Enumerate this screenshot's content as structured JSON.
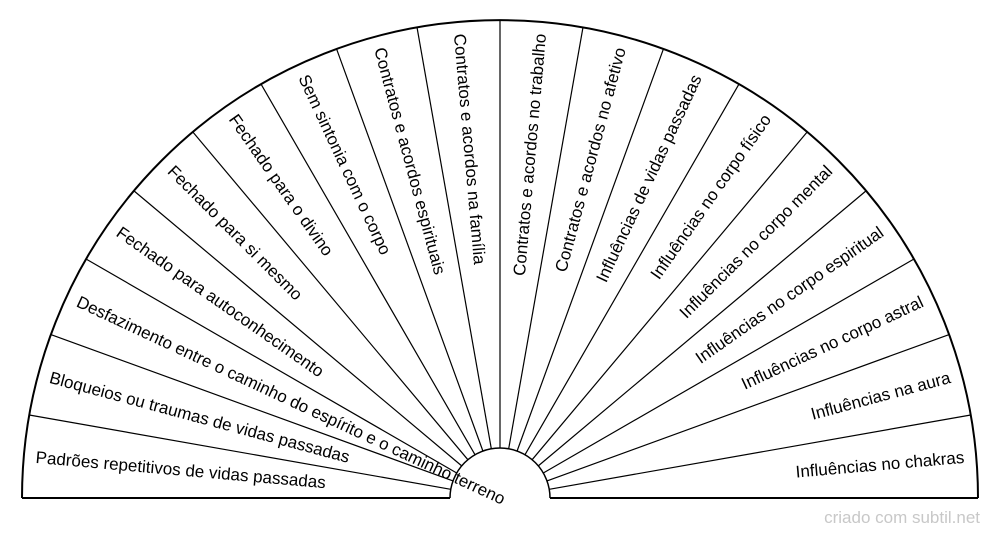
{
  "chart": {
    "type": "radionic-pendulum-chart",
    "segments": [
      {
        "label": "Padrões repetitivos de vidas passadas"
      },
      {
        "label": "Bloqueios ou traumas de vidas passadas"
      },
      {
        "label": "Desfazimento entre o caminho do espírito e o caminho terreno"
      },
      {
        "label": "Fechado para autoconhecimento"
      },
      {
        "label": "Fechado para si mesmo"
      },
      {
        "label": "Fechado para o divino"
      },
      {
        "label": "Sem sintonia com o corpo"
      },
      {
        "label": "Contratos e acordos espirituais"
      },
      {
        "label": "Contratos e acordos na família"
      },
      {
        "label": "Contratos e acordos no trabalho"
      },
      {
        "label": "Contratos e acordos no afetivo"
      },
      {
        "label": "Influências de vidas passadas"
      },
      {
        "label": "Influências no corpo físico"
      },
      {
        "label": "Influências no corpo mental"
      },
      {
        "label": "Influências no corpo espiritual"
      },
      {
        "label": "Influências no corpo astral"
      },
      {
        "label": "Influências na aura"
      },
      {
        "label": "Influências no chakras"
      }
    ],
    "line_color": "#000000",
    "background": "#ffffff"
  },
  "credit": "criado com subtil.net"
}
